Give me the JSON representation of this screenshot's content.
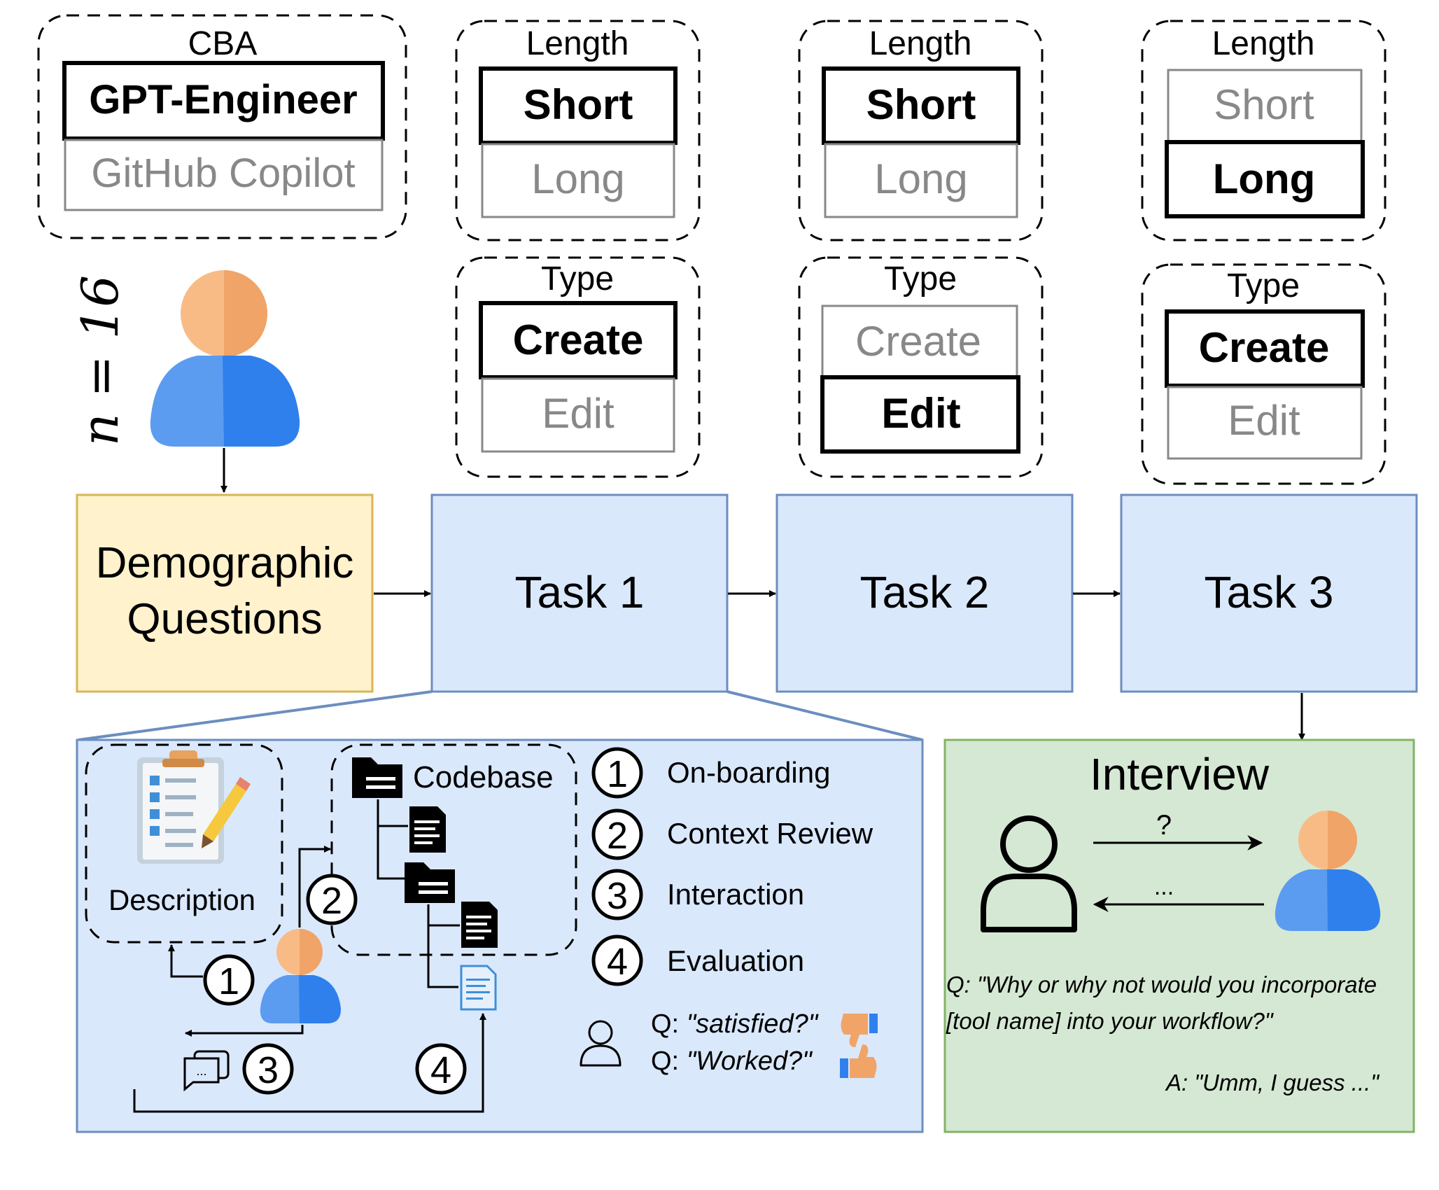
{
  "cba": {
    "label": "CBA",
    "selected": "GPT-Engineer",
    "other": "GitHub Copilot"
  },
  "participants": {
    "count_label": "n = 16"
  },
  "tasks": [
    {
      "name": "Task 1",
      "length": {
        "label": "Length",
        "short": "Short",
        "long": "Long",
        "selected": "short"
      },
      "type": {
        "label": "Type",
        "create": "Create",
        "edit": "Edit",
        "selected": "create"
      }
    },
    {
      "name": "Task 2",
      "length": {
        "label": "Length",
        "short": "Short",
        "long": "Long",
        "selected": "short"
      },
      "type": {
        "label": "Type",
        "create": "Create",
        "edit": "Edit",
        "selected": "edit"
      }
    },
    {
      "name": "Task 3",
      "length": {
        "label": "Length",
        "short": "Short",
        "long": "Long",
        "selected": "long"
      },
      "type": {
        "label": "Type",
        "create": "Create",
        "edit": "Edit",
        "selected": "create"
      }
    }
  ],
  "demographic": {
    "line1": "Demographic",
    "line2": "Questions"
  },
  "detail": {
    "description_label": "Description",
    "codebase_label": "Codebase",
    "step_numbers": [
      "1",
      "2",
      "3",
      "4"
    ],
    "legend": [
      {
        "num": "1",
        "label": "On-boarding"
      },
      {
        "num": "2",
        "label": "Context Review"
      },
      {
        "num": "3",
        "label": "Interaction"
      },
      {
        "num": "4",
        "label": "Evaluation"
      }
    ],
    "questions": [
      {
        "prefix": "Q: ",
        "text": "\"satisfied?\""
      },
      {
        "prefix": "Q: ",
        "text": "\"Worked?\""
      }
    ],
    "chat_icon_text": "..."
  },
  "interview": {
    "title": "Interview",
    "ask": "?",
    "answer": "...",
    "question_line1": "Q: \"Why or why not would you incorporate",
    "question_line2": "[tool name] into your workflow?\"",
    "answer_line": "A: \"Umm, I guess ...\""
  },
  "colors": {
    "task_fill": "#dae8fc",
    "task_stroke": "#6c8ebf",
    "demo_fill": "#fff2cc",
    "demo_stroke": "#d6b656",
    "interview_fill": "#d5e8d4",
    "interview_stroke": "#82b366",
    "person_head_light": "#f9bb85",
    "person_head_dark": "#f0a468",
    "person_body_light": "#5b9cf1",
    "person_body_dark": "#2f80ed",
    "unselected_text": "#888888"
  }
}
